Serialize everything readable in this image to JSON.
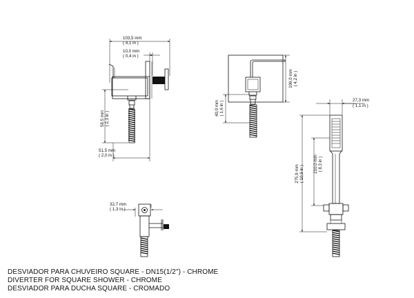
{
  "dimensions": {
    "d1_mm": "103,5 mm",
    "d1_in": "( 4,1 in )",
    "d2_mm": "10,0 mm",
    "d2_in": "( 0,4 in )",
    "d3_mm": "58,5 mm",
    "d3_in": "( 2,3 in )",
    "d4_mm": "51,5 mm",
    "d4_in": "( 2,0 in )",
    "d5_mm": "106,0 mm",
    "d5_in": "( 4,2 in )",
    "d6_mm": "40,0 mm",
    "d6_in": "( 1,6 in )",
    "d7_mm": "27,3 mm",
    "d7_in": "( 1,1 in )",
    "d8_mm": "210,0 mm",
    "d8_in": "( 8,3 in )",
    "d9_mm": "275,9 mm",
    "d9_in": "( 10,9 in )",
    "d10_mm": "32,7 mm",
    "d10_in": "( 1,3 in )"
  },
  "caption": {
    "line1": "DESVIADOR PARA CHUVEIRO SQUARE - DN15(1/2\") - CHROME",
    "line2": "DIVERTER FOR SQUARE SHOWER - CHROME",
    "line3": "DESVIADOR PARA DUCHA SQUARE - CROMADO"
  }
}
